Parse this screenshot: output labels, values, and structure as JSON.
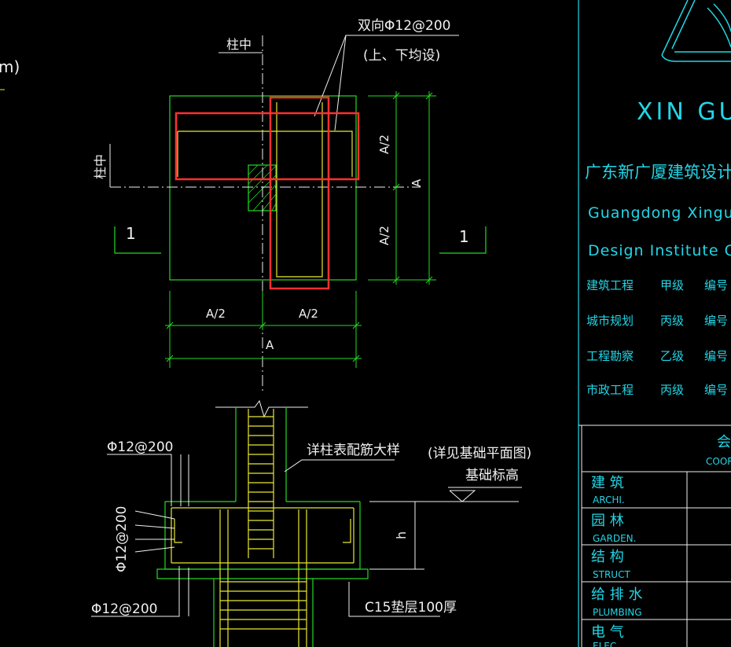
{
  "drawing": {
    "plan": {
      "col_center_top": "柱中",
      "col_center_left": "柱中",
      "rebar_note_1": "双向Φ12@200",
      "rebar_note_2": "(上、下均设)",
      "dim_half_1": "A/2",
      "dim_half_2": "A/2",
      "dim_full": "A",
      "dim_half_right_top": "A/2",
      "dim_half_right_bottom": "A/2",
      "dim_full_right": "A",
      "section_mark_left": "1",
      "section_mark_right": "1",
      "partial_label": "m)"
    },
    "section": {
      "rebar_top": "Φ12@200",
      "rebar_side": "Φ12@200",
      "rebar_bottom": "Φ12@200",
      "column_note": "详柱表配筋大样",
      "ref_note": "(详见基础平面图)",
      "elevation_note": "基础标高",
      "height_label": "h",
      "cushion_note": "C15垫层100厚"
    }
  },
  "title_block": {
    "company_latin": "XIN GUA",
    "company_cn": "广东新广厦建筑设计院有限",
    "company_en_1": "Guangdong Xinguan",
    "company_en_2": "Design Institute Co.",
    "qualifications": [
      {
        "field": "建筑工程",
        "grade": "甲级",
        "no": "编号"
      },
      {
        "field": "城市规划",
        "grade": "丙级",
        "no": "编号"
      },
      {
        "field": "工程勘察",
        "grade": "乙级",
        "no": "编号"
      },
      {
        "field": "市政工程",
        "grade": "丙级",
        "no": "编号"
      }
    ],
    "coord_header_cn": "会",
    "coord_header_en": "COOR",
    "disciplines": [
      {
        "cn": "建 筑",
        "en": "ARCHI."
      },
      {
        "cn": "园 林",
        "en": "GARDEN."
      },
      {
        "cn": "结 构",
        "en": "STRUCT"
      },
      {
        "cn": "给 排 水",
        "en": "PLUMBING"
      },
      {
        "cn": "电 气",
        "en": "ELEC"
      }
    ]
  },
  "colors": {
    "background": "#000000",
    "cad_green": "#22dd22",
    "cad_white": "#f0f0f0",
    "cad_yellow": "#e8e830",
    "cad_cyan": "#22d6e6",
    "annotation_red": "#ff3030"
  }
}
